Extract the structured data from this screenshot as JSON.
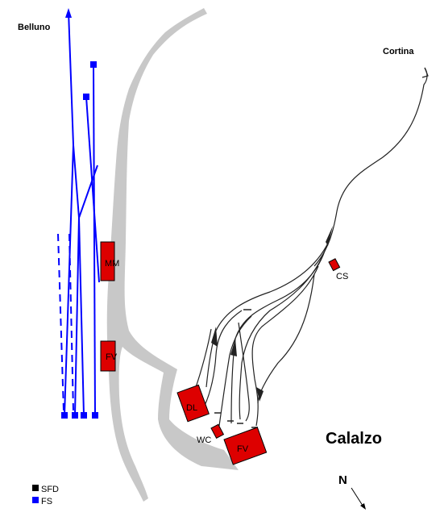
{
  "places": {
    "belluno": "Belluno",
    "cortina": "Cortina",
    "calalzo": "Calalzo"
  },
  "buildings": {
    "mm": "MM",
    "fv_fs": "FV",
    "cs": "CS",
    "dl": "DL",
    "wc": "WC",
    "fv_sfd": "FV"
  },
  "compass": {
    "label": "N"
  },
  "legend": [
    {
      "label": "SFD",
      "color": "#000000"
    },
    {
      "label": "FS",
      "color": "#0000ff"
    }
  ],
  "colors": {
    "fs_track": "#0000ff",
    "sfd_track": "#000000",
    "building": "#dd0000",
    "river": "#c8c8c8"
  }
}
